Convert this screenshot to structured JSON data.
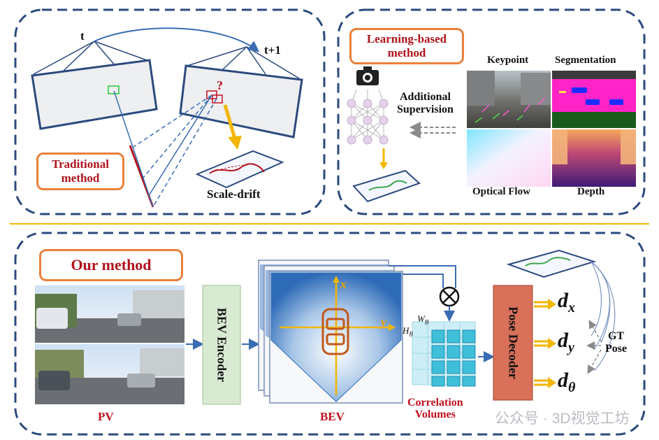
{
  "panels": {
    "traditional": {
      "label_line1": "Traditional",
      "label_line2": "method",
      "time_t": "t",
      "time_t1": "t+1",
      "question": "?",
      "result": "Scale-drift"
    },
    "learning": {
      "label_line1": "Learning-based",
      "label_line2": "method",
      "supervision_line1": "Additional",
      "supervision_line2": "Supervision",
      "keypoint": "Keypoint",
      "segmentation": "Segmentation",
      "optical_flow": "Optical Flow",
      "depth": "Depth"
    },
    "ours": {
      "label": "Our method",
      "pv": "PV",
      "encoder": "BEV Encoder",
      "bev": "BEV",
      "axis_x": "x",
      "axis_y": "y",
      "wb": "W",
      "wb_sub": "B",
      "hb": "H",
      "hb_sub": "B",
      "correlation_line1": "Correlation",
      "correlation_line2": "Volumes",
      "decoder": "Pose Decoder",
      "dx": "d",
      "dx_sub": "x",
      "dy": "d",
      "dy_sub": "y",
      "dtheta": "d",
      "dtheta_sub": "θ",
      "gt_line1": "GT",
      "gt_line2": "Pose",
      "otimes": "⊗"
    }
  },
  "watermark": "公众号 · 3D视觉工坊",
  "colors": {
    "dashed_border": "#2b4a7e",
    "orange": "#e9813a",
    "dark_red": "#b0121b",
    "blue_line": "#3a6db3",
    "divider": "#f2b705",
    "encoder_fill": "#d9ead3",
    "decoder_fill": "#d9705a"
  }
}
